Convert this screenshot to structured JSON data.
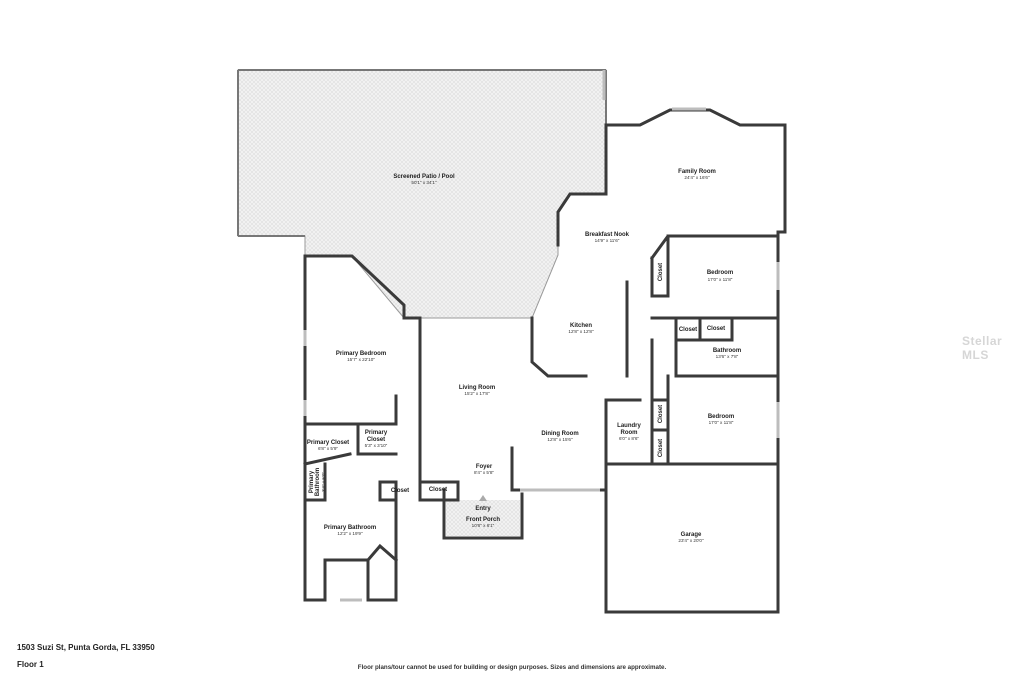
{
  "rooms": {
    "patio": {
      "name": "Screened Patio / Pool",
      "dim": "50'1\" x 34'1\""
    },
    "family": {
      "name": "Family Room",
      "dim": "24'4\" x 16'6\""
    },
    "nook": {
      "name": "Breakfast Nook",
      "dim": "14'9\" x 11'6\""
    },
    "kitchen": {
      "name": "Kitchen",
      "dim": "12'8\" x 12'8\""
    },
    "bedroom1": {
      "name": "Bedroom",
      "dim": "17'0\" x 11'8\""
    },
    "bedroom2": {
      "name": "Bedroom",
      "dim": "17'0\" x 11'8\""
    },
    "bathroom": {
      "name": "Bathroom",
      "dim": "13'6\" x 7'8\""
    },
    "primary_bed": {
      "name": "Primary Bedroom",
      "dim": "15'7\" x 22'10\""
    },
    "living": {
      "name": "Living Room",
      "dim": "15'2\" x 17'8\""
    },
    "dining": {
      "name": "Dining Room",
      "dim": "12'8\" x 15'6\""
    },
    "laundry": {
      "name1": "Laundry",
      "name2": "Room",
      "dim": "6'0\" x 8'6\""
    },
    "foyer": {
      "name": "Foyer",
      "dim": "8'4\" x 5'8\""
    },
    "entry": {
      "name": "Entry"
    },
    "porch": {
      "name": "Front Porch",
      "dim": "10'6\" x 6'1\""
    },
    "garage": {
      "name": "Garage",
      "dim": "23'4\" x 20'0\""
    },
    "primary_closet": {
      "name": "Primary Closet",
      "dim": "6'8\" x 5'9\""
    },
    "primary_closet2": {
      "name1": "Primary",
      "name2": "Closet",
      "dim": "5'3\" x 3'10\""
    },
    "primary_bath_small": {
      "name1": "Primary",
      "name2": "Bathroom",
      "dim": "3'4\" x 5'0\""
    },
    "primary_bath": {
      "name": "Primary Bathroom",
      "dim": "12'2\" x 19'9\""
    },
    "closet_label": "Closet"
  },
  "footer": {
    "address": "1503 Suzi St, Punta Gorda, FL 33950",
    "floor": "Floor 1",
    "disclaimer": "Floor plans/tour cannot be used for building or design purposes. Sizes and dimensions are approximate."
  },
  "watermark": "Stellar MLS",
  "colors": {
    "wall": "#3a3a3a",
    "patio_fill": "#ededed",
    "window": "#bdbdbd"
  }
}
